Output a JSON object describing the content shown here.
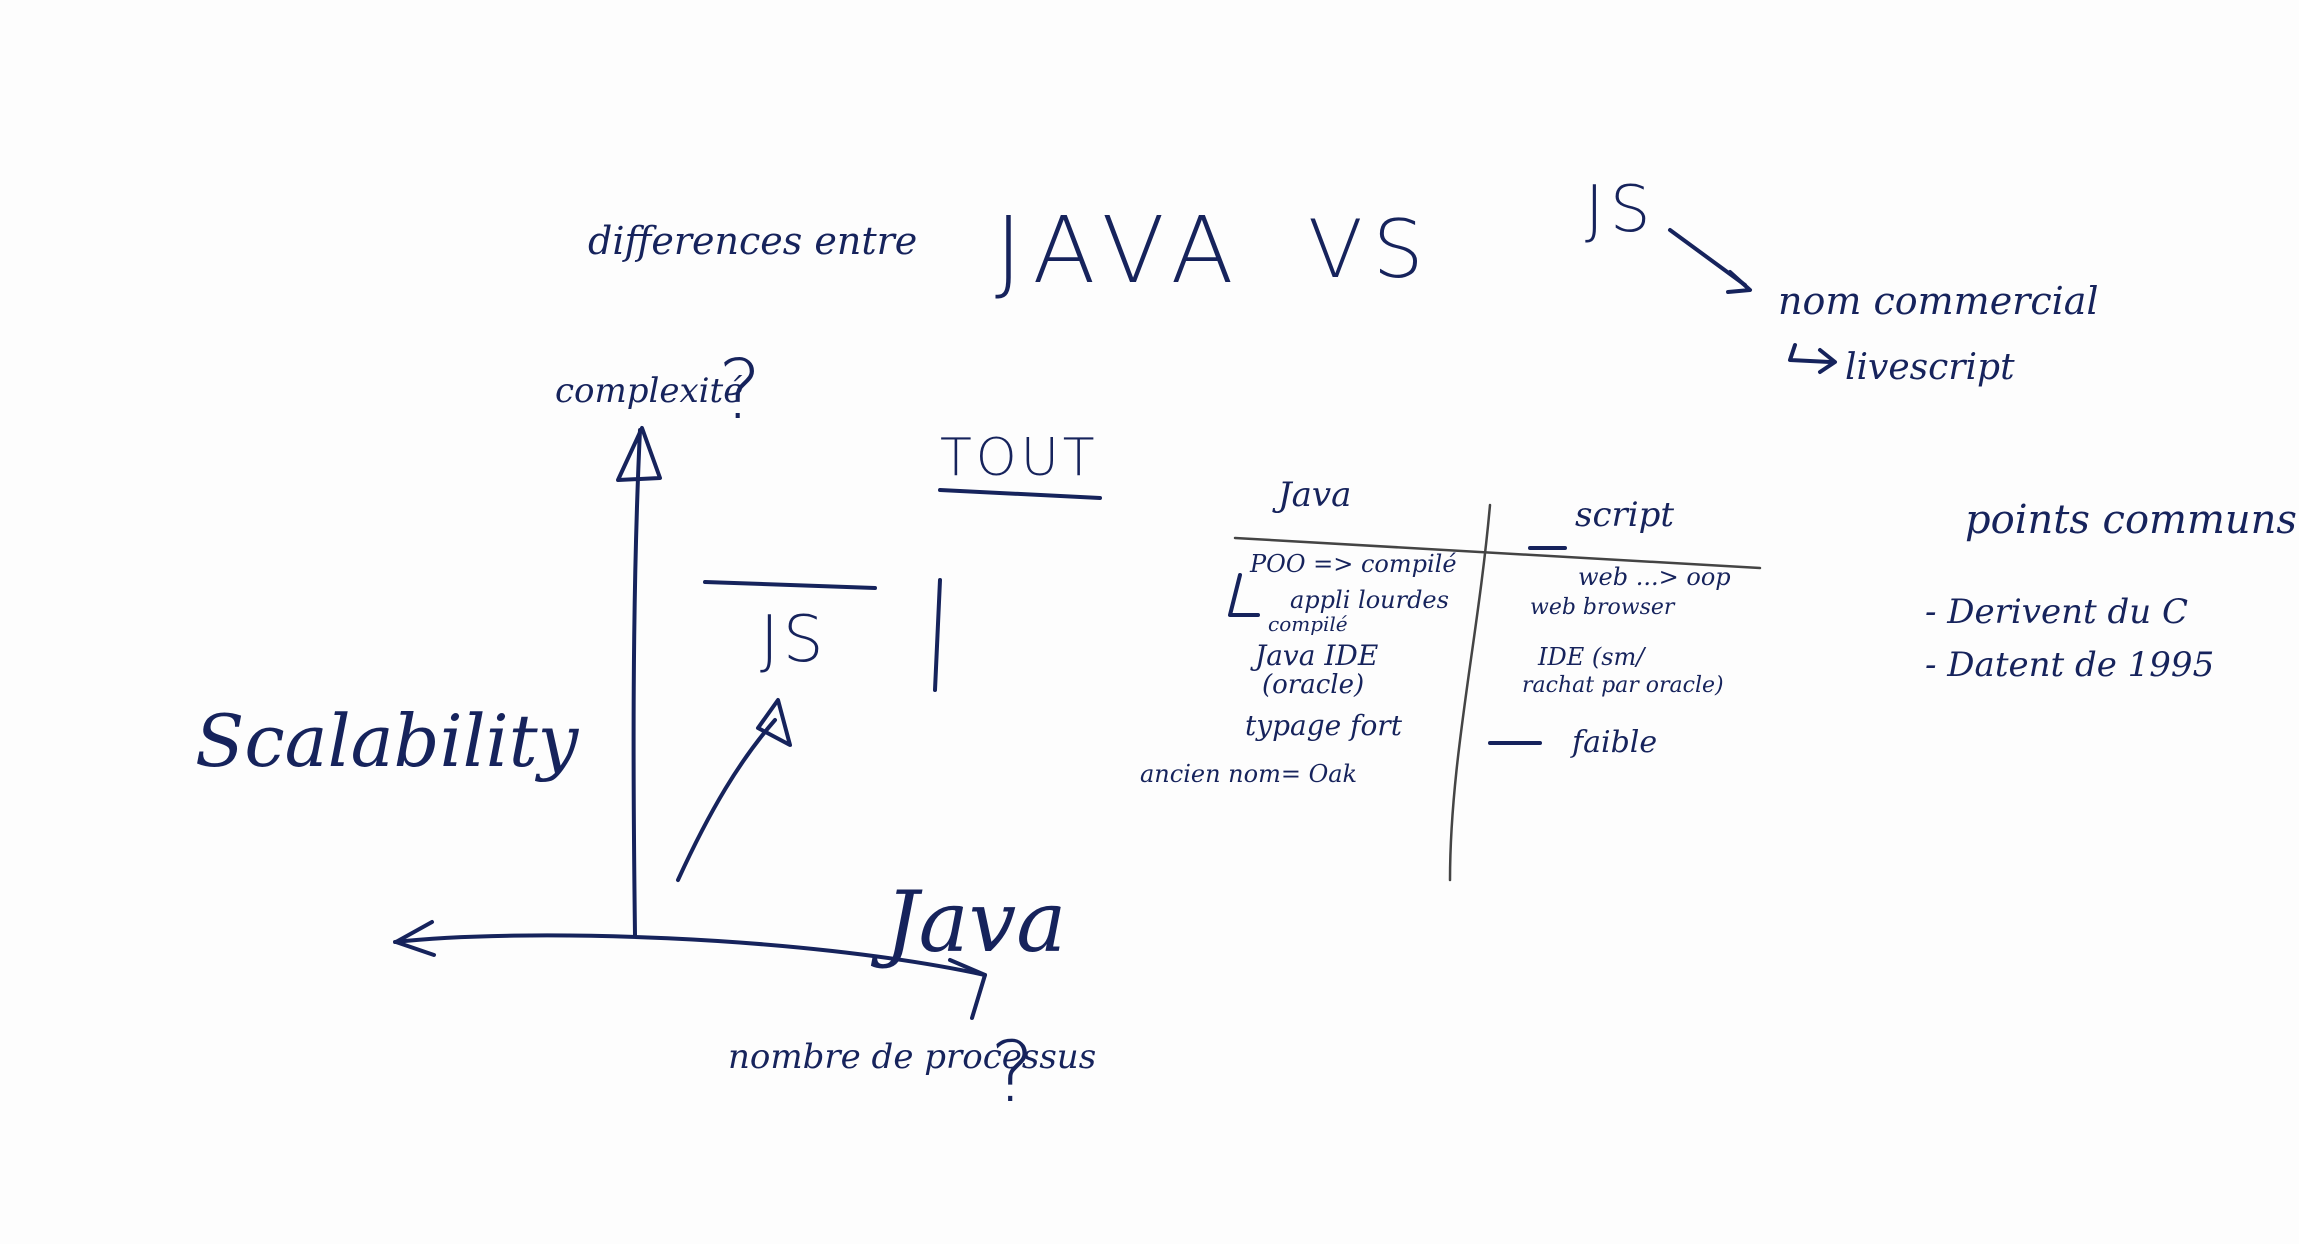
{
  "colors": {
    "ink": "#16235c",
    "board": "#fdfdfd"
  },
  "title": {
    "prefix": "differences entre",
    "java": "JAVA",
    "vs": "VS",
    "js": "JS"
  },
  "js_notes": {
    "line1": "nom commercial",
    "line2": "livescript"
  },
  "axes": {
    "y_label": "complexité",
    "y_question": "?",
    "x_label": "nombre de processus",
    "x_question": "?",
    "left_label": "Scalability",
    "tout": "TOUT",
    "js_marker": "JS",
    "java_marker": "Java"
  },
  "comparison": {
    "java_header": "Java",
    "js_header": "script",
    "java_rows": [
      "POO => compilé",
      "appli lourdes",
      "compilé",
      "Java IDE",
      "(oracle)",
      "typage fort"
    ],
    "js_rows": [
      "web ...> oop",
      "web browser",
      "IDE (sm/",
      "rachat par oracle)",
      "faible"
    ],
    "footnote": "ancien nom= Oak"
  },
  "commons": {
    "title": "points communs",
    "items": [
      "- Derivent du C",
      "- Datent de 1995"
    ]
  }
}
